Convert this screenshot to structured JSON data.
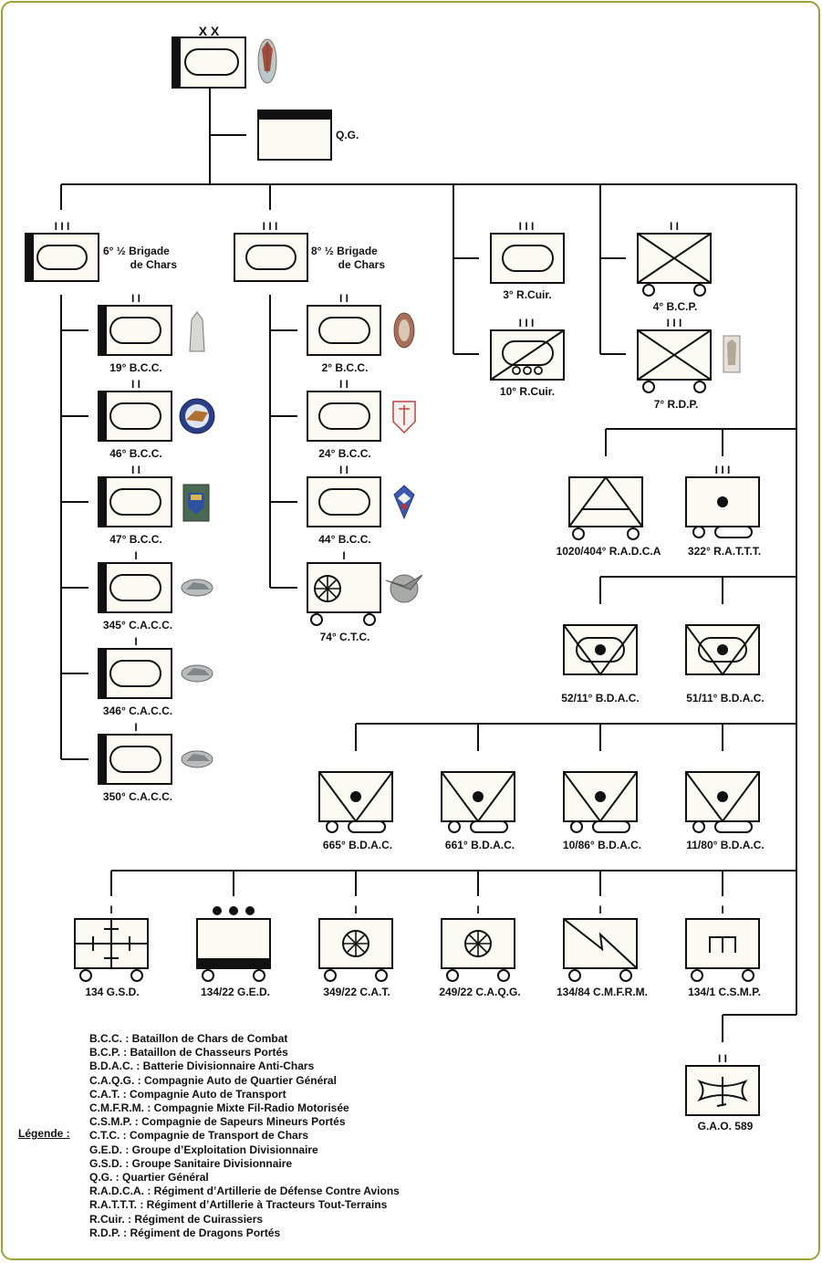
{
  "division": {
    "echelon": "X X"
  },
  "qg": {
    "label": "Q.G."
  },
  "brigades": [
    {
      "echelon": "I I I",
      "line1": "6° ½ Brigade",
      "line2": "de Chars"
    },
    {
      "echelon": "I I I",
      "line1": "8° ½ Brigade",
      "line2": "de Chars"
    }
  ],
  "units": {
    "u19": "19° B.C.C.",
    "u46": "46° B.C.C.",
    "u47": "47° B.C.C.",
    "u345": "345° C.A.C.C.",
    "u346": "346° C.A.C.C.",
    "u350": "350° C.A.C.C.",
    "u2": "2° B.C.C.",
    "u24": "24° B.C.C.",
    "u44": "44° B.C.C.",
    "u74": "74°  C.T.C.",
    "cuir3": "3°  R.Cuir.",
    "cuir10": "10°  R.Cuir.",
    "bcp4": "4° B.C.P.",
    "rdp7": "7°  R.D.P.",
    "radca": "1020/404° R.A.D.C.A",
    "rattt": "322° R.A.T.T.T.",
    "bdac52": "52/11° B.D.A.C.",
    "bdac51": "51/11° B.D.A.C.",
    "bdac665": "665° B.D.A.C.",
    "bdac661": "661° B.D.A.C.",
    "bdac1086": "10/86° B.D.A.C.",
    "bdac1180": "11/80° B.D.A.C.",
    "gsd": "134 G.S.D.",
    "ged": "134/22 G.E.D.",
    "cat": "349/22   C.A.T.",
    "caqg": "249/22   C.A.Q.G.",
    "cmfrm": "134/84 C.M.F.R.M.",
    "csmp": "134/1 C.S.M.P.",
    "gao": "G.A.O. 589"
  },
  "legend": {
    "title": "Légende :",
    "items": [
      "B.C.C. : Bataillon de Chars de Combat",
      "B.C.P. : Bataillon de Chasseurs Portés",
      "B.D.A.C. : Batterie Divisionnaire Anti-Chars",
      "C.A.Q.G. : Compagnie Auto de Quartier Général",
      "C.A.T. : Compagnie Auto de Transport",
      "C.M.F.R.M. : Compagnie Mixte Fil-Radio Motorisée",
      "C.S.M.P. : Compagnie de Sapeurs Mineurs Portés",
      "C.T.C. : Compagnie de Transport de Chars",
      "G.E.D. : Groupe d’Exploitation Divisionnaire",
      "G.S.D. : Groupe Sanitaire Divisionnaire",
      "Q.G. : Quartier Général",
      "R.A.D.C.A. : Régiment d’Artillerie de Défense Contre Avions",
      "R.A.T.T.T. : Régiment d’Artillerie à Tracteurs Tout-Terrains",
      "R.Cuir. : Régiment de Cuirassiers",
      "R.D.P. : Régiment de Dragons Portés"
    ]
  },
  "colors": {
    "frame": "#9aa238",
    "box_fill": "#fbfbf4",
    "ink": "#111111"
  }
}
